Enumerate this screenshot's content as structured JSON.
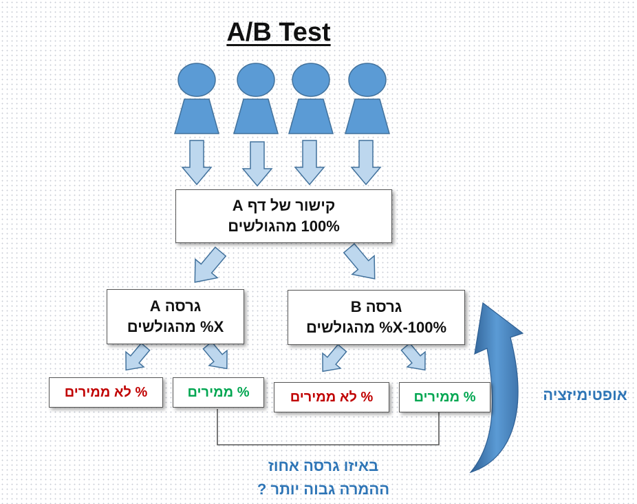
{
  "title": "A/B Test",
  "root_box": {
    "line1": "קישור של דף A",
    "line2": "100% מהגולשים"
  },
  "version_a": {
    "line1": "גרסה A",
    "line2": "X% מהגולשים"
  },
  "version_b": {
    "line1": "גרסה B",
    "line2": "100%-X% מהגולשים"
  },
  "results": {
    "a_not_converting": "% לא ממירים",
    "a_converting": "% ממירים",
    "b_not_converting": "% לא ממירים",
    "b_converting": "% ממירים"
  },
  "question": {
    "line1": "באיזו גרסה אחוז",
    "line2": "ההמרה גבוה יותר ?"
  },
  "optimization_label": "אופטימיזציה",
  "colors": {
    "person": "#5b9bd5",
    "arrow_fill": "#bdd7ee",
    "arrow_stroke": "#41719c",
    "converting": "#00a651",
    "not_converting": "#c00000",
    "accent_text": "#2e75b6"
  }
}
